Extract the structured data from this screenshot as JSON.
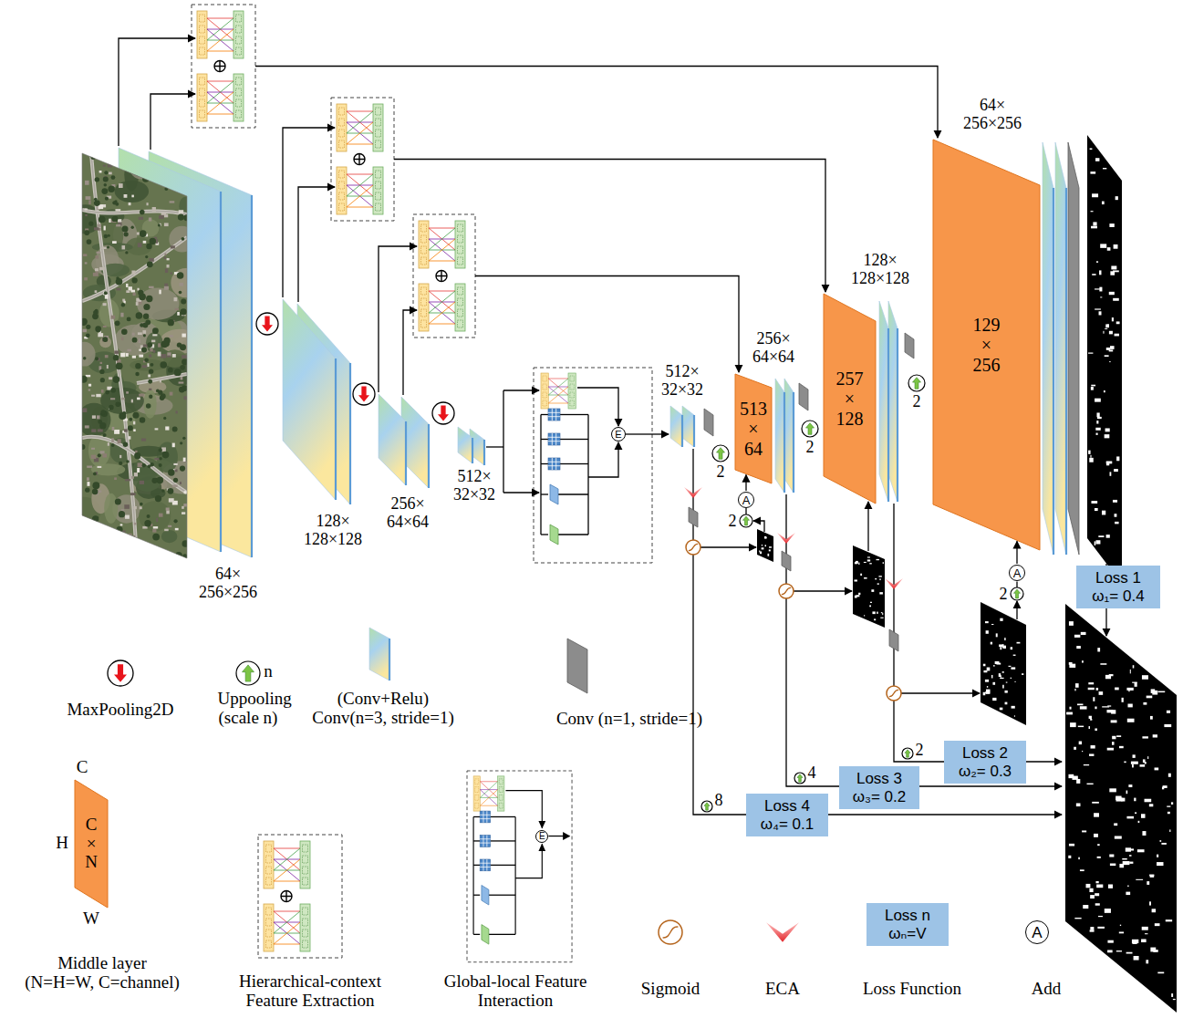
{
  "diagram": {
    "nodes": [
      {
        "text": [
          "E"
        ]
      },
      {
        "text": [
          "513 × 64"
        ]
      },
      {
        "text": [
          "A"
        ]
      },
      {
        "text": [
          "257 × 128"
        ]
      },
      {
        "text": [
          "129 × 256"
        ]
      },
      {
        "text": [
          "A"
        ]
      },
      {
        "text": [
          "Loss 1",
          "ω₁= 0.4"
        ]
      },
      {
        "text": [
          "Loss 2",
          "ω₂= 0.3"
        ]
      },
      {
        "text": [
          "Loss 3",
          "ω₃= 0.2"
        ]
      },
      {
        "text": [
          "Loss 4",
          "ω₄= 0.1"
        ]
      },
      {
        "text": [
          "C × N"
        ]
      },
      {
        "text": [
          "E"
        ]
      },
      {
        "text": [
          "Loss n",
          "ωₙ=V"
        ]
      },
      {
        "text": [
          "A"
        ]
      }
    ],
    "edges": [
      {
        "from": 2,
        "to": 1,
        "arrow": "to"
      },
      {
        "from": 5,
        "to": 4,
        "arrow": "to"
      }
    ],
    "labels": [
      "64× 256×256",
      "128× 128×128",
      "256× 64×64",
      "512× 32×32",
      "512× 32×32",
      "256× 64×64",
      "128× 128×128",
      "64× 256×256",
      "2",
      "2",
      "2",
      "2",
      "2",
      "2",
      "4",
      "8",
      "n",
      "C",
      "H",
      "W"
    ],
    "legend": [
      {
        "text": "MaxPooling2D"
      },
      {
        "text": "Uppooling (scale n)"
      },
      {
        "text": "(Conv+Relu) Conv(n=3, stride=1)"
      },
      {
        "text": "Conv (n=1, stride=1)"
      },
      {
        "text": "Middle layer (N=H=W, C=channel)"
      },
      {
        "text": "Hierarchical-context Feature Extraction"
      },
      {
        "text": "Global-local Feature Interaction"
      },
      {
        "text": "Sigmoid"
      },
      {
        "text": "ECA"
      },
      {
        "text": "Loss Function"
      },
      {
        "text": "Add"
      }
    ]
  }
}
